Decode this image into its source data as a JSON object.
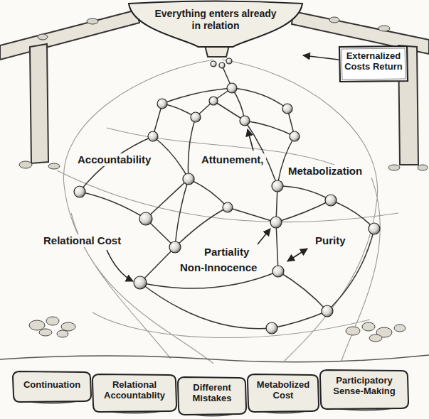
{
  "diagram": {
    "nodes": [
      {
        "text": [
          "Everything enters already in relation"
        ]
      },
      {
        "text": [
          "Externalized Costs Return"
        ]
      },
      {
        "text": [
          "Continuation"
        ]
      },
      {
        "text": [
          "Relational Accountablity"
        ]
      },
      {
        "text": [
          "Different Mistakes"
        ]
      },
      {
        "text": [
          "Metabolized Cost"
        ]
      },
      {
        "text": [
          "Participatory Sense-Making"
        ]
      }
    ],
    "labels": [
      "Accountability",
      "Attunement,",
      "Metabolization",
      "Relational Cost",
      "Partiality",
      "Purity",
      "Non-Innocence"
    ]
  }
}
